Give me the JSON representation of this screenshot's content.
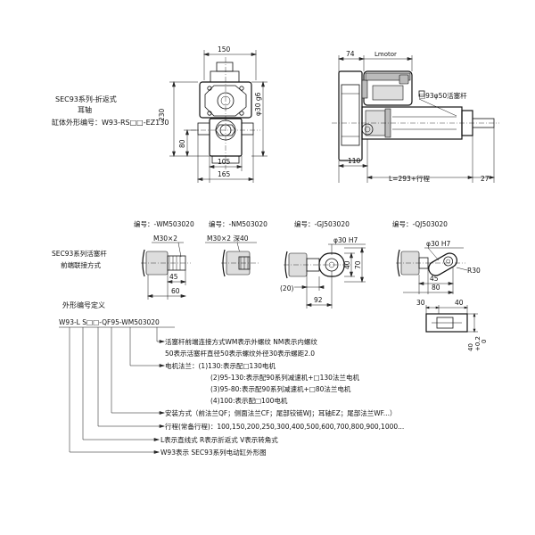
{
  "top_left": {
    "title_lines": [
      "SEC93系列-折返式",
      "耳轴",
      "缸体外形编号：W93-RS□□-EZ130"
    ],
    "dims": {
      "d150": "150",
      "d230": "230",
      "d30g6": "φ30 g6",
      "d80": "80",
      "d105": "105",
      "d165": "165"
    }
  },
  "top_right": {
    "dims": {
      "d74": "74",
      "lmotor": "Lmotor",
      "rod": "□93φ50活塞杆",
      "d110": "110",
      "stroke": "L=293+行程",
      "d27": "27"
    }
  },
  "rod_ends": {
    "section_title": [
      "SEC93系列活塞杆",
      "前端联接方式"
    ],
    "items": [
      {
        "code": "编号：-WM503020",
        "callouts": [
          "M30×2"
        ],
        "dims": [
          "45",
          "60"
        ]
      },
      {
        "code": "编号：-NM503020",
        "callouts": [
          "M30×2 深40"
        ],
        "dims": []
      },
      {
        "code": "编号：-GJ503020",
        "callouts": [
          "φ30 H7"
        ],
        "dims": [
          "(20)",
          "40",
          "70",
          "92"
        ]
      },
      {
        "code": "编号：-QJ503020",
        "callouts": [
          "φ30 H7",
          "R30"
        ],
        "dims": [
          "45",
          "80",
          "30",
          "40",
          "40",
          "+0.2",
          "0"
        ]
      }
    ]
  },
  "model_code": {
    "title": "外形编号定义",
    "code": "W93-L S□□-QF95-WM503020",
    "desc": [
      "活塞杆前端连接方式WM表示外螺纹 NM表示内螺纹",
      "50表示活塞杆直径50表示螺纹外径30表示螺距2.0",
      "电机法兰：(1)130:表示配□130电机",
      "(2)95-130:表示配90系列减速机+□130法兰电机",
      "(3)95-80:表示配90系列减速机+□80法兰电机",
      "(4)100:表示配□100电机",
      "安装方式（前法兰QF；侧面法兰CF；尾部铰链WJ；耳轴EZ；尾部法兰WF...）",
      "行程(常备行程)：100,150,200,250,300,400,500,600,700,800,900,1000...",
      "L表示直线式 R表示折返式 V表示转角式",
      "W93表示 SEC93系列电动缸外形图"
    ]
  }
}
